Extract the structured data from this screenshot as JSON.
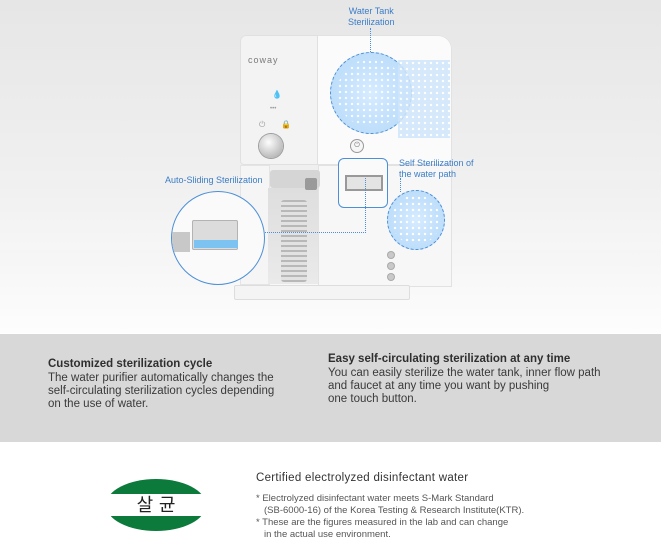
{
  "hero": {
    "brand_logo": "coway",
    "callouts": {
      "water_tank": [
        "Water Tank",
        "Sterilization"
      ],
      "auto_sliding": "Auto-Sliding Sterilization",
      "self_sterilization": [
        "Self Sterilization of",
        "the water path"
      ]
    },
    "accent_color": "#3b7dc7"
  },
  "features": [
    {
      "title": "Customized sterilization cycle",
      "lines": [
        "The water purifier automatically changes the",
        "self-circulating sterilization cycles depending",
        "on the use of water."
      ]
    },
    {
      "title": "Easy self-circulating sterilization at any time",
      "lines": [
        "You can easily sterilize the water tank, inner flow path",
        "and faucet at any time you want by pushing",
        "one touch button."
      ]
    }
  ],
  "certification": {
    "badge_text": "살 균",
    "badge_color": "#0b7a3b",
    "title": "Certified electrolyzed disinfectant water",
    "notes": [
      "* Electrolyzed disinfectant water meets S-Mark Standard",
      "(SB-6000-16) of the Korea Testing & Research Institute(KTR).",
      "* These are the figures measured in the lab and can change",
      "in the actual use environment."
    ]
  }
}
